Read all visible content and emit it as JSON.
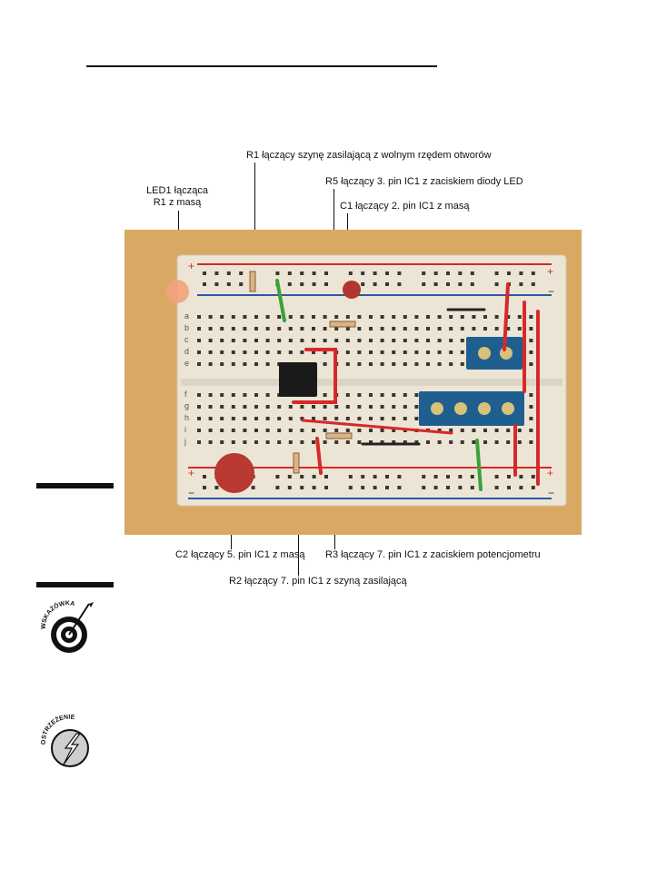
{
  "figure": {
    "callouts": {
      "led1_line1": "LED1 łącząca",
      "led1_line2": "R1 z masą",
      "r1": "R1 łączący szynę zasilającą z wolnym rzędem otworów",
      "r5": "R5 łączący 3. pin IC1 z zaciskiem diody LED",
      "c1": "C1 łączący 2. pin IC1 z masą",
      "c2": "C2 łączący 5. pin IC1 z masą",
      "r3": "R3 łączący 7. pin IC1 z zaciskiem potencjometru",
      "r2": "R2 łączący 7. pin IC1 z szyną zasilającą"
    },
    "breadboard": {
      "row_letters_top": [
        "a",
        "b",
        "c",
        "d",
        "e"
      ],
      "row_letters_bottom": [
        "f",
        "g",
        "h",
        "i",
        "j"
      ],
      "rail_plus": "+",
      "rail_minus": "−"
    }
  },
  "margin_icons": {
    "tip_label": "WSKAZÓWKA",
    "warning_label": "OSTRZEŻENIE"
  },
  "colors": {
    "photo_background": "#d9a964",
    "breadboard": "#ece5d6",
    "rail_red": "#d42a24",
    "rail_blue": "#2b58a8",
    "terminal_block": "#1f5f8f",
    "wire_red": "#d8282a",
    "wire_green": "#3aa03a"
  }
}
